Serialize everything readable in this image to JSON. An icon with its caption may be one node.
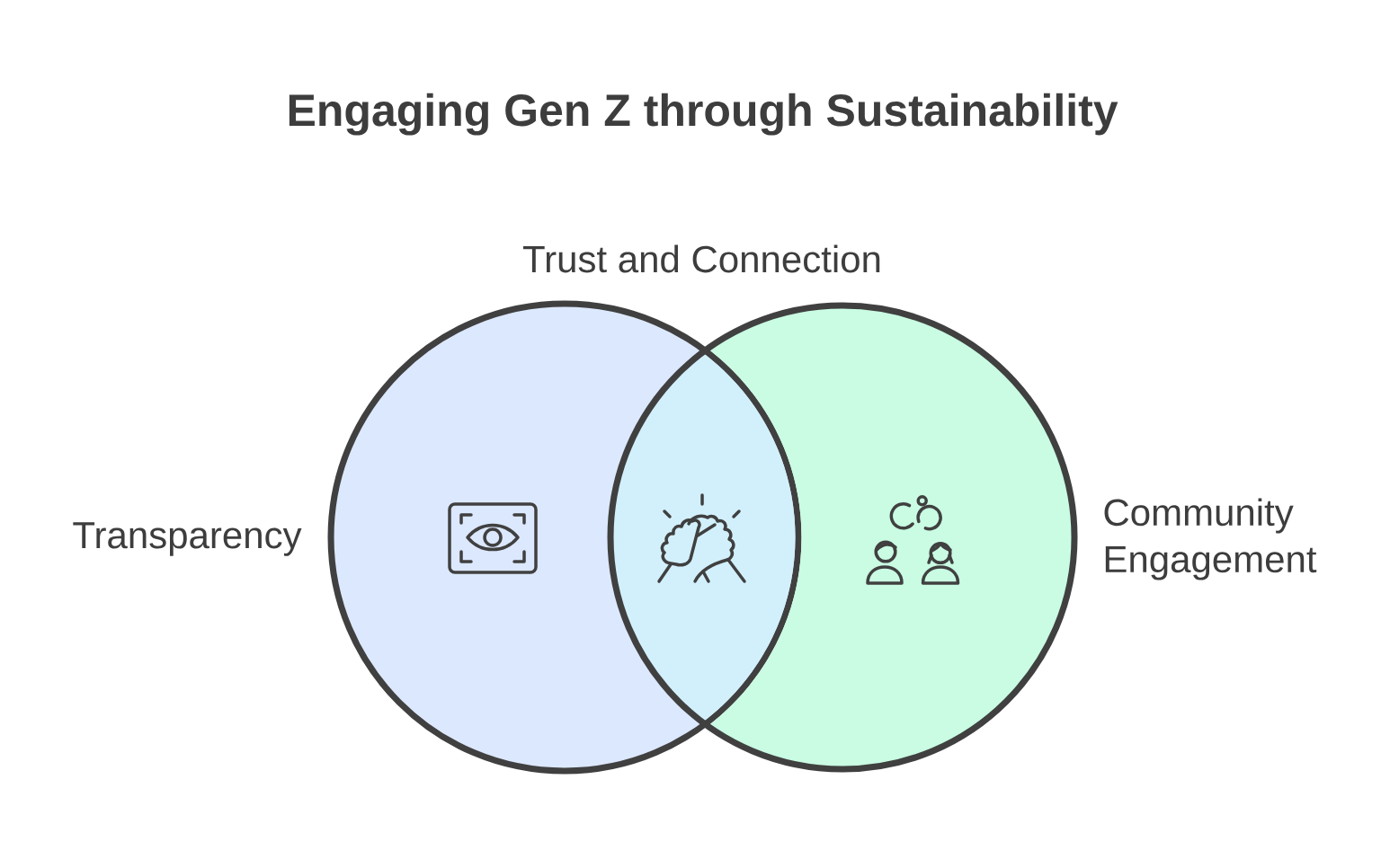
{
  "diagram": {
    "title": "Engaging Gen Z through Sustainability",
    "nodes": [
      {
        "text": [
          "Transparency"
        ]
      },
      {
        "text": [
          "Community Engagement"
        ]
      }
    ],
    "labels": [
      "Trust and Connection"
    ]
  }
}
